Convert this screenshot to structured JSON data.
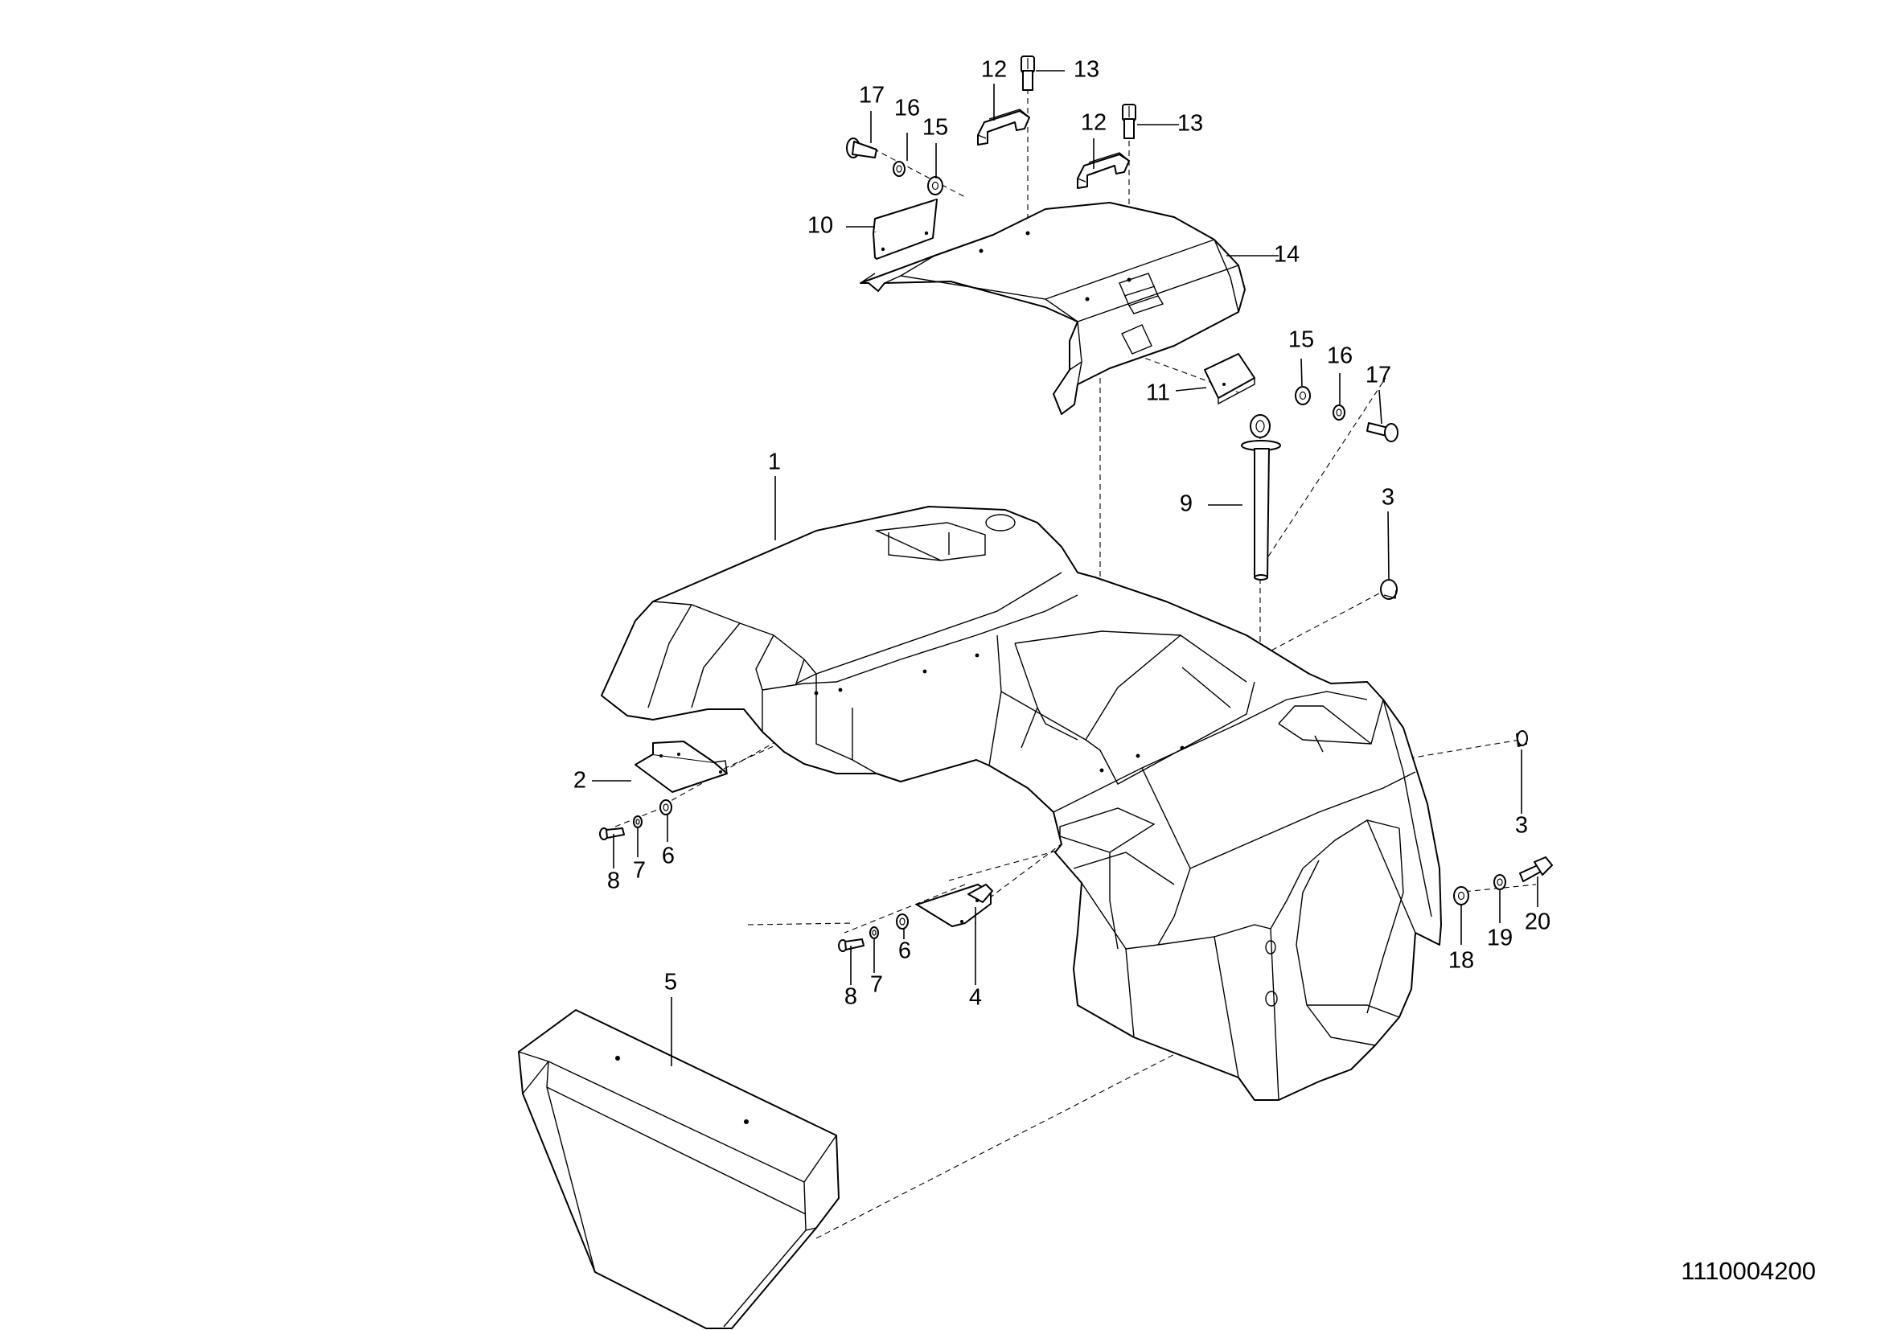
{
  "drawing_number": "1110004200",
  "callouts": {
    "c1": "1",
    "c2": "2",
    "c3a": "3",
    "c3b": "3",
    "c4": "4",
    "c5": "5",
    "c6a": "6",
    "c6b": "6",
    "c7a": "7",
    "c7b": "7",
    "c8a": "8",
    "c8b": "8",
    "c9": "9",
    "c10": "10",
    "c11": "11",
    "c12a": "12",
    "c12b": "12",
    "c13a": "13",
    "c13b": "13",
    "c14": "14",
    "c15a": "15",
    "c15b": "15",
    "c16a": "16",
    "c16b": "16",
    "c17a": "17",
    "c17b": "17",
    "c18": "18",
    "c19": "19",
    "c20": "20"
  }
}
